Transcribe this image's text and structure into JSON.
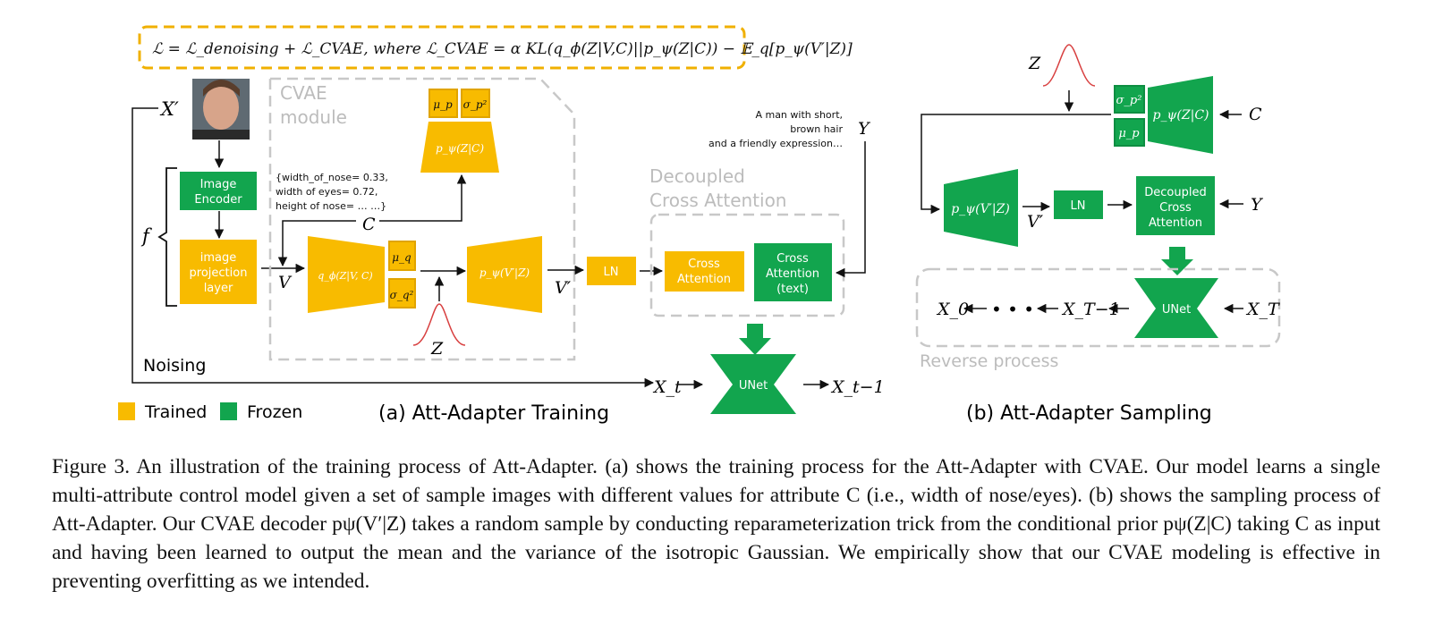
{
  "loss_equation": "ℒ = ℒ_denoising + ℒ_CVAE, where ℒ_CVAE = α KL(q_ϕ(Z|V,C)||p_ψ(Z|C)) − 𝔼_q[p_ψ(V′|Z)]",
  "colors": {
    "trained": "#f8bb00",
    "frozen": "#12a54e",
    "dashed_group": "#c8c8c8",
    "loss_border": "#f0b000"
  },
  "training": {
    "x_prime": "X′",
    "f": "f",
    "image_encoder": [
      "Image",
      "Encoder"
    ],
    "image_projection": [
      "image",
      "projection",
      "layer"
    ],
    "v": "V",
    "cvae_module": [
      "CVAE",
      "module"
    ],
    "attr_text": [
      "{width_of_nose= 0.33,",
      "width of eyes= 0.72,",
      "height of nose= … …}"
    ],
    "c": "C",
    "q_phi": "q_ϕ(Z|V, C)",
    "mu_q": "μ_q",
    "sigma_q": "σ_q²",
    "mu_p": "μ_p",
    "sigma_p": "σ_p²",
    "p_psi_zc": "p_ψ(Z|C)",
    "p_psi_vz": "p_ψ(V′|Z)",
    "z": "Z",
    "v_prime": "V′",
    "ln": "LN",
    "decoupled": [
      "Decoupled",
      "Cross Attention"
    ],
    "cross_attention": [
      "Cross",
      "Attention"
    ],
    "cross_attention_text": [
      "Cross",
      "Attention",
      "(text)"
    ],
    "prompt": [
      "A man with short,",
      "brown hair",
      "and a friendly expression…"
    ],
    "y": "Y",
    "noising": "Noising",
    "xt": "X_t",
    "unet": "UNet",
    "xt_minus_1": "X_t−1",
    "title": "(a) Att-Adapter Training"
  },
  "legend": {
    "trained": "Trained",
    "frozen": "Frozen"
  },
  "sampling": {
    "z": "Z",
    "sigma_p": "σ_p²",
    "mu_p": "μ_p",
    "p_psi_zc": "p_ψ(Z|C)",
    "c": "C",
    "p_psi_vz": "p_ψ(V′|Z)",
    "v_prime": "V′",
    "ln": "LN",
    "decoupled": [
      "Decoupled",
      "Cross",
      "Attention"
    ],
    "y": "Y",
    "unet": "UNet",
    "x0": "X_0",
    "dots": "• • •",
    "x_t_minus_1": "X_T−1",
    "x_t": "X_T",
    "reverse_process": "Reverse process",
    "title": "(b) Att-Adapter Sampling"
  },
  "caption": "Figure 3. An illustration of the training process of Att-Adapter. (a) shows the training process for the Att-Adapter with CVAE. Our model learns a single multi-attribute control model given a set of sample images with different values for attribute C (i.e., width of nose/eyes). (b) shows the sampling process of Att-Adapter. Our CVAE decoder pψ(V′|Z) takes a random sample by conducting reparameterization trick from the conditional prior pψ(Z|C) taking C as input and having been learned to output the mean and the variance of the isotropic Gaussian. We empirically show that our CVAE modeling is effective in preventing overfitting as we intended."
}
